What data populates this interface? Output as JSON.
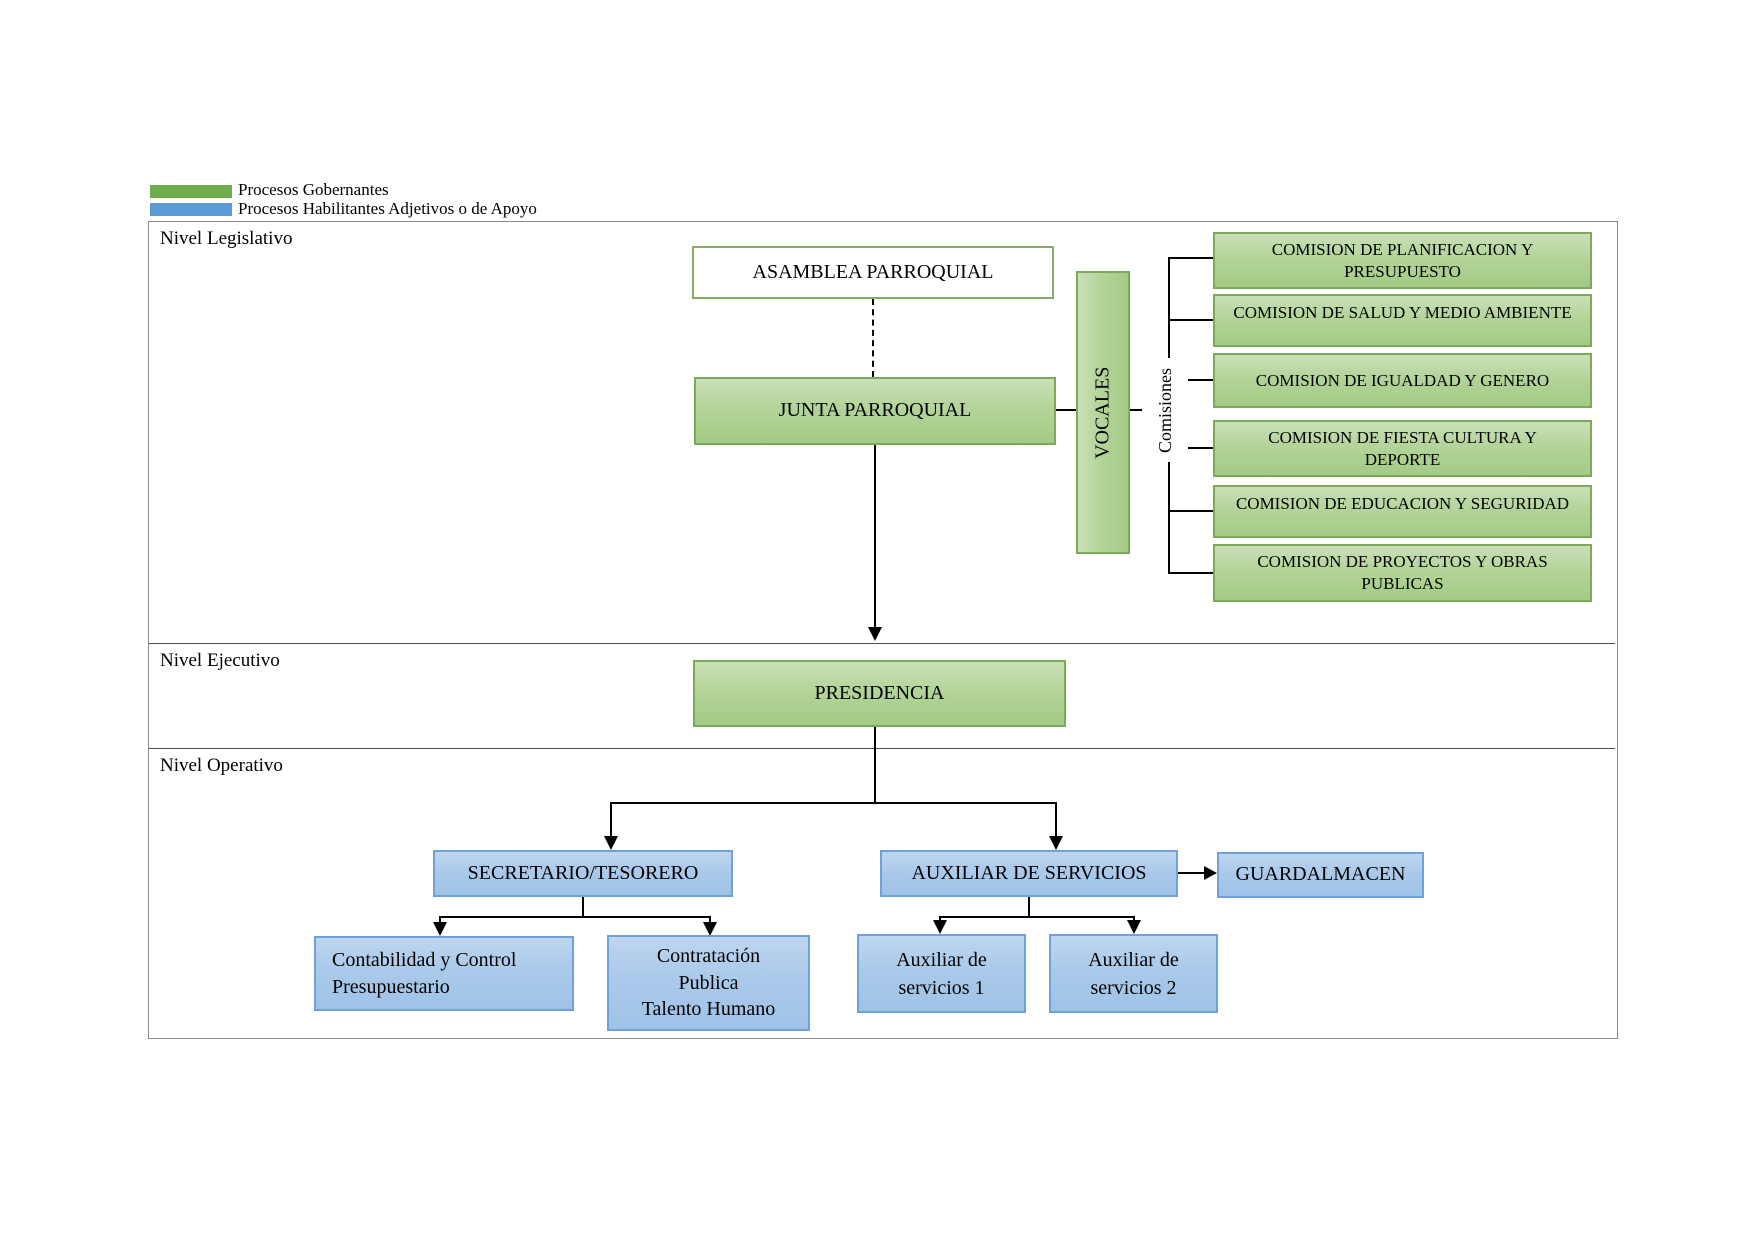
{
  "legend": {
    "gobernantes": {
      "label": "Procesos Gobernantes",
      "color": "#6FAC4B"
    },
    "apoyo": {
      "label": "Procesos Habilitantes Adjetivos o de Apoyo",
      "color": "#5B9BD5"
    }
  },
  "sections": {
    "legislativo": "Nivel Legislativo",
    "ejecutivo": "Nivel Ejecutivo",
    "operativo": "Nivel Operativo"
  },
  "nodes": {
    "asamblea": "ASAMBLEA PARROQUIAL",
    "junta": "JUNTA PARROQUIAL",
    "vocales": "VOCALES",
    "comisiones_bracket": "Comisiones",
    "presidencia": "PRESIDENCIA",
    "secretario_tesorero": "SECRETARIO/TESORERO",
    "auxiliar_servicios": "AUXILIAR DE SERVICIOS",
    "guardalmacen": "GUARDALMACEN",
    "contabilidad": "Contabilidad y Control\nPresupuestario",
    "contratacion": "Contratación\nPublica\nTalento Humano",
    "auxiliar1": "Auxiliar de\nservicios 1",
    "auxiliar2": "Auxiliar de\nservicios 2"
  },
  "comisiones": [
    "COMISION DE PLANIFICACION Y\nPRESUPUESTO",
    "COMISION DE SALUD Y MEDIO AMBIENTE",
    "COMISION DE IGUALDAD Y GENERO",
    "COMISION DE FIESTA CULTURA Y\nDEPORTE",
    "COMISION DE EDUCACION Y SEGURIDAD",
    "COMISION DE PROYECTOS Y OBRAS\nPUBLICAS"
  ],
  "colors": {
    "green_fill_top": "#CAE0B8",
    "green_fill_bottom": "#A2CB85",
    "green_border": "#7EA95A",
    "blue_fill_top": "#BED6EF",
    "blue_fill_bottom": "#9FC3E7",
    "blue_border": "#6FA1D8",
    "frame_border": "#8A8A8A",
    "connector": "#000000"
  }
}
